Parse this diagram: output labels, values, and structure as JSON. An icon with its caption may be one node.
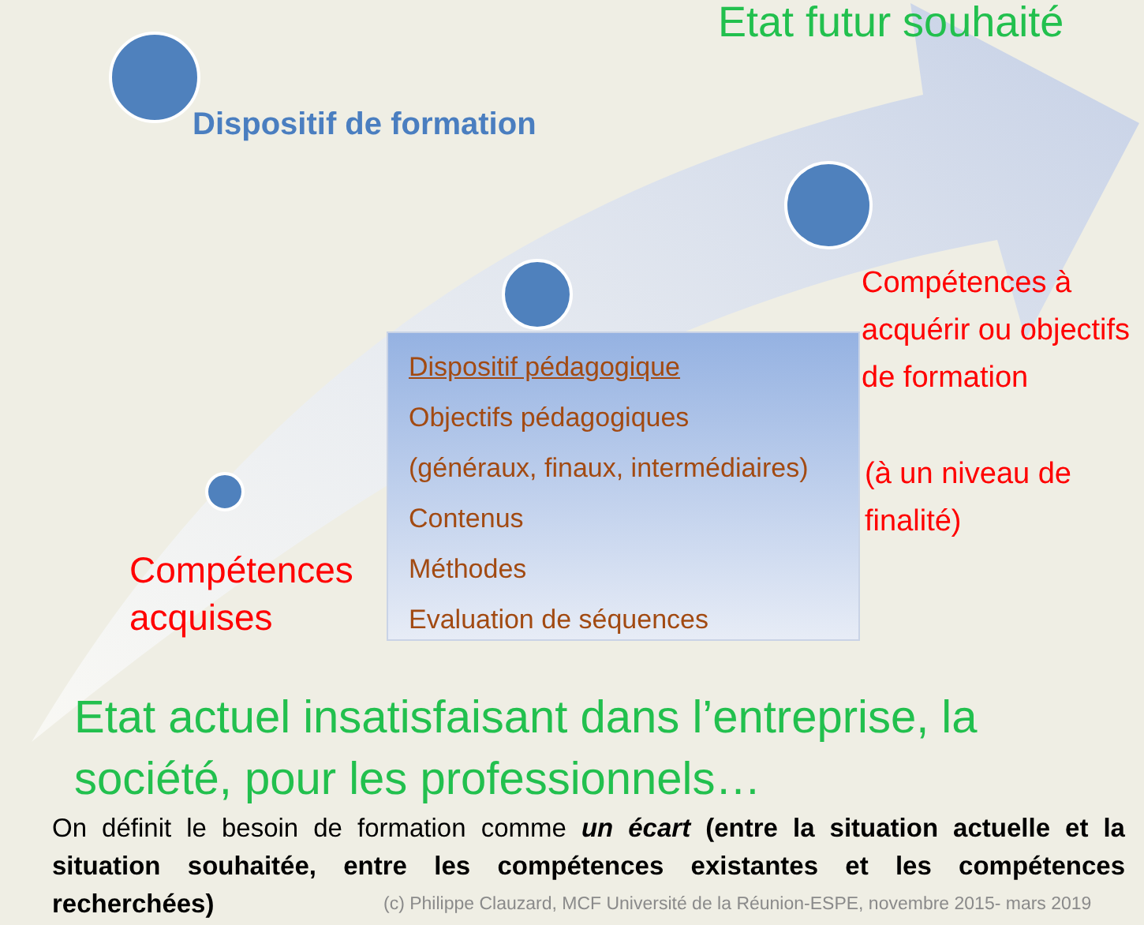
{
  "diagram": {
    "nodes": [
      {
        "text": [],
        "shape": "circle"
      },
      {
        "text": [],
        "shape": "circle"
      },
      {
        "text": [],
        "shape": "circle"
      },
      {
        "text": [],
        "shape": "circle"
      },
      {
        "text": [
          "Dispositif pédagogique",
          "Objectifs pédagogiques",
          "(généraux, finaux, intermédiaires)",
          "Contenus",
          "Méthodes",
          "Evaluation de séquences"
        ]
      }
    ],
    "labels": [
      "Etat futur souhaité",
      "Dispositif de formation",
      "Compétences à acquérir ou objectifs de formation",
      "(à un niveau de finalité)",
      "Compétences acquises",
      "Etat actuel insatisfaisant dans l’entreprise, la société, pour les professionnels…",
      "On définit le besoin de formation comme ***un écart* (entre la situation actuelle et la situation souhaitée, entre les compétences existantes et les compétences recherchées)**",
      "(c) Philippe Clauzard, MCF Université de la Réunion-ESPE, novembre 2015- mars 2019"
    ]
  }
}
